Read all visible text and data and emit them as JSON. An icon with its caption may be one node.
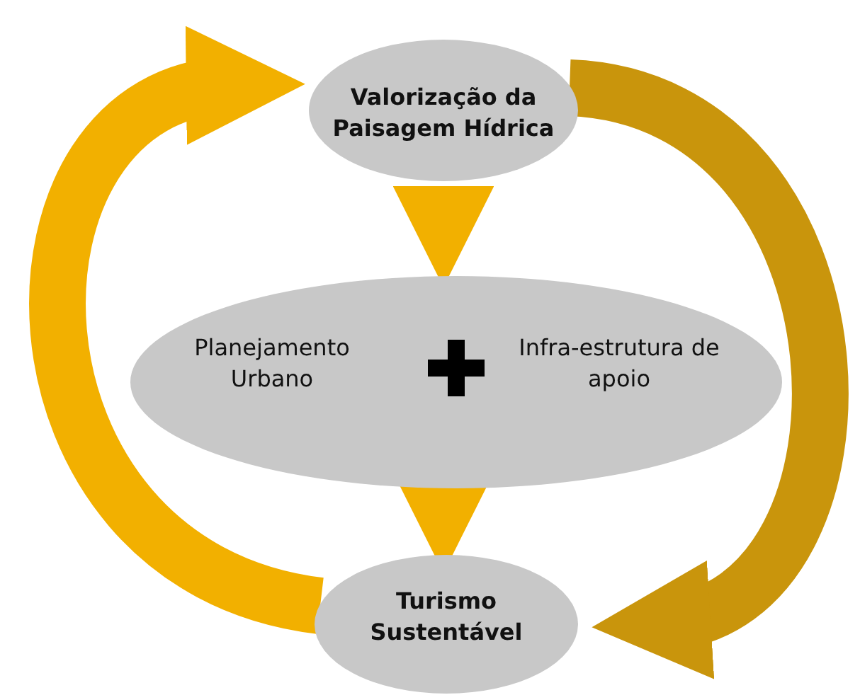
{
  "diagram": {
    "nodes": [
      {
        "text": [
          "Valorização da Paisagem Hídrica"
        ]
      },
      {
        "text": [
          "Planejamento Urbano",
          "Infra-estrutura de apoio"
        ]
      },
      {
        "text": [
          "Turismo Sustentável"
        ]
      }
    ],
    "edges": [
      {
        "from": 0,
        "to": 1,
        "arrow": "to"
      },
      {
        "from": 1,
        "to": 2,
        "arrow": "to"
      },
      {
        "from": 0,
        "to": 2,
        "arrow": "to",
        "color": "#c9950c"
      },
      {
        "from": 2,
        "to": 0,
        "arrow": "to"
      }
    ]
  }
}
